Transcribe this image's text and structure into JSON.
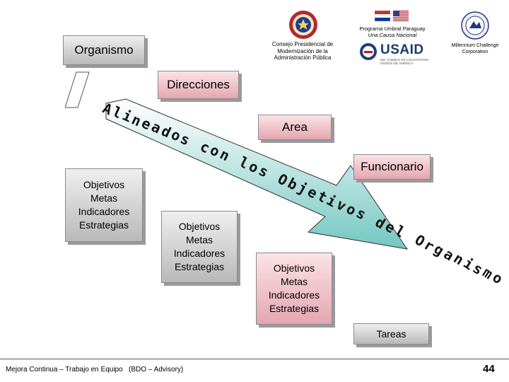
{
  "header": {
    "consejo_text": "Consejo Presidencial de Modernización de la Administración Pública",
    "programa_title": "Programa Umbral Paraguay",
    "programa_subtitle": "Una Causa Nacional",
    "usaid_label": "USAID",
    "usaid_sub": "DEL PUEBLO DE LOS ESTADOS UNIDOS DE AMÉRICA",
    "mcc_text": "Millennium Challenge Corporation"
  },
  "diagram": {
    "organismo": "Organismo",
    "direcciones": "Direcciones",
    "area": "Area",
    "funcionario": "Funcionario",
    "tareas": "Tareas",
    "arrow_text": "Alineados con los Objetivos del Organismo",
    "objective_blocks": [
      [
        "Objetivos",
        "Metas",
        "Indicadores",
        "Estrategias"
      ],
      [
        "Objetivos",
        "Metas",
        "Indicadores",
        "Estrategias"
      ],
      [
        "Objetivos",
        "Metas",
        "Indicadores",
        "Estrategias"
      ]
    ]
  },
  "footer": {
    "left_text": "Mejora Continua – Trabajo en Equipo   (BDO – Advisory)",
    "page_number": "44"
  },
  "colors": {
    "arrow_top": "#ffffff",
    "arrow_bottom": "#74c7c1",
    "pink_box": "#f3c6cd",
    "grey_box": "#d5d5d5"
  }
}
